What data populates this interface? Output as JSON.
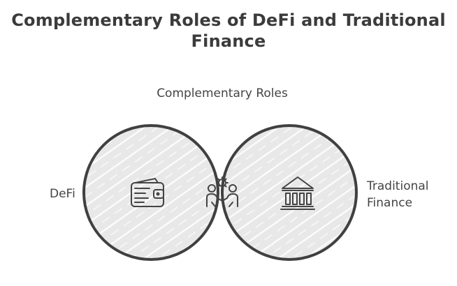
{
  "title": {
    "line1": "Complementary Roles of DeFi and Traditional",
    "line2": "Finance"
  },
  "diagram": {
    "type": "venn",
    "left_set": {
      "label": "DeFi",
      "icon": "wallet-icon"
    },
    "right_set": {
      "label_line1": "Traditional",
      "label_line2": "Finance",
      "icon": "bank-icon"
    },
    "intersection": {
      "label": "Complementary Roles",
      "icon": "collaboration-icon"
    },
    "colors": {
      "circle_fill": "#e8e8e8",
      "hatch": "#ffffff",
      "intersection_fill": "#cdeffd",
      "outline": "#404040",
      "icon_stroke": "#444444"
    }
  }
}
